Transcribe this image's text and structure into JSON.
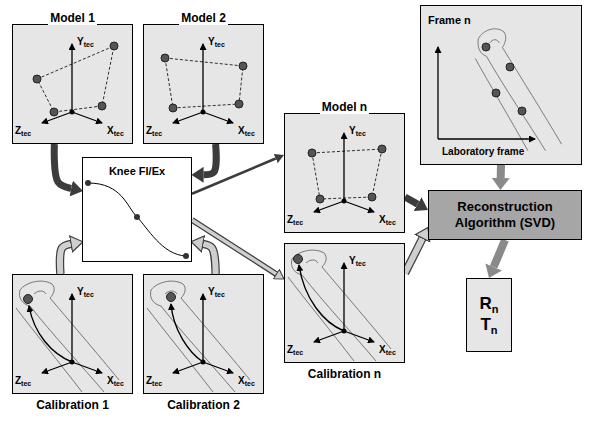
{
  "diagram": {
    "nodes": [
      {
        "text": [
          "Model 1"
        ]
      },
      {
        "text": [
          "Model 2"
        ]
      },
      {
        "text": [
          "Frame n"
        ]
      },
      {
        "text": [
          "Knee Fl/Ex"
        ]
      },
      {
        "text": [
          "Model n"
        ]
      },
      {
        "text": [
          "Reconstruction Algorithm (SVD)"
        ]
      },
      {
        "text": [
          "Calibration n"
        ]
      },
      {
        "text": [
          "R",
          "n",
          "T",
          "n"
        ]
      },
      {
        "text": [
          "Calibration 1"
        ]
      },
      {
        "text": [
          "Calibration 2"
        ]
      }
    ],
    "edges": [
      {
        "from": 0,
        "to": 3,
        "arrow": "to"
      },
      {
        "from": 1,
        "to": 3,
        "arrow": "to"
      },
      {
        "from": 8,
        "to": 3,
        "arrow": "to"
      },
      {
        "from": 9,
        "to": 3,
        "arrow": "to"
      },
      {
        "from": 3,
        "to": 4,
        "arrow": "to"
      },
      {
        "from": 3,
        "to": 6,
        "arrow": "to"
      },
      {
        "from": 4,
        "to": 5,
        "arrow": "to"
      },
      {
        "from": 6,
        "to": 5,
        "arrow": "to"
      },
      {
        "from": 2,
        "to": 5,
        "arrow": "to"
      },
      {
        "from": 5,
        "to": 7,
        "arrow": "to"
      }
    ],
    "labels": [
      "Y",
      "tec",
      "Z",
      "tec",
      "X",
      "tec",
      "Y",
      "tec",
      "Z",
      "tec",
      "X",
      "tec",
      "Y",
      "tec",
      "Z",
      "tec",
      "X",
      "tec",
      "Y",
      "tec",
      "Z",
      "tec",
      "X",
      "tec",
      "Y",
      "tec",
      "Z",
      "tec",
      "X",
      "tec",
      "Y",
      "tec",
      "Z",
      "tec",
      "X",
      "tec",
      "Laboratory frame"
    ]
  }
}
